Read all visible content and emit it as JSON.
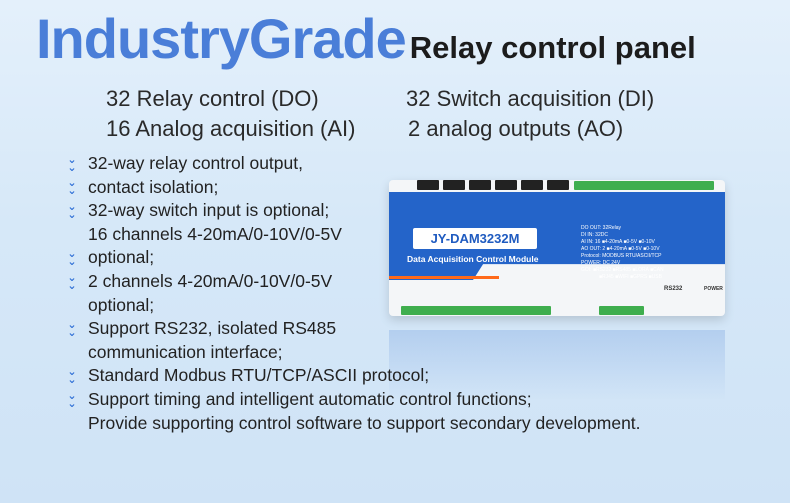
{
  "title": {
    "main": "IndustryGrade",
    "sub": "Relay control panel"
  },
  "features": [
    "32 Relay control (DO)",
    "32 Switch acquisition (DI)",
    "16 Analog acquisition (AI)",
    "2 analog outputs (AO)"
  ],
  "bullets": [
    {
      "lines": [
        "32-way relay control output,"
      ]
    },
    {
      "lines": [
        "contact isolation;"
      ]
    },
    {
      "lines": [
        "32-way switch input is optional;",
        "16 channels 4-20mA/0-10V/0-5V"
      ]
    },
    {
      "lines": [
        "optional;"
      ]
    },
    {
      "lines": [
        "2 channels 4-20mA/0-10V/0-5V",
        "optional;"
      ]
    },
    {
      "lines": [
        "Support RS232, isolated RS485",
        "communication interface;"
      ]
    },
    {
      "lines": [
        "Standard Modbus RTU/TCP/ASCII protocol;"
      ]
    },
    {
      "lines": [
        "Support timing and intelligent automatic control functions;",
        "Provide supporting control software to support secondary development."
      ]
    }
  ],
  "device": {
    "model": "JY-DAM3232M",
    "subtitle": "Data Acquisition Control Module",
    "specs": [
      "DO OUT: 32Relay",
      "DI IN: 32DC",
      "AI IN: 16 ■4-20mA ■0-5V ■0-10V",
      "AO OUT: 2 ■4-20mA ■0-5V ■0-10V",
      "Protocol: MODBUS RTU/ASCII/TCP",
      "POWER: DC 24V",
      "GOI: ■RS232 ■RS485 ■LORA ■CAN",
      "■RJ45 ■WIFI ■GPRS ■USB"
    ],
    "rs232_label": "RS232",
    "power_label": "POWER"
  },
  "colors": {
    "accent": "#4a7ed8",
    "module_blue": "#2464c9",
    "stripe": "#ff6a1a"
  }
}
